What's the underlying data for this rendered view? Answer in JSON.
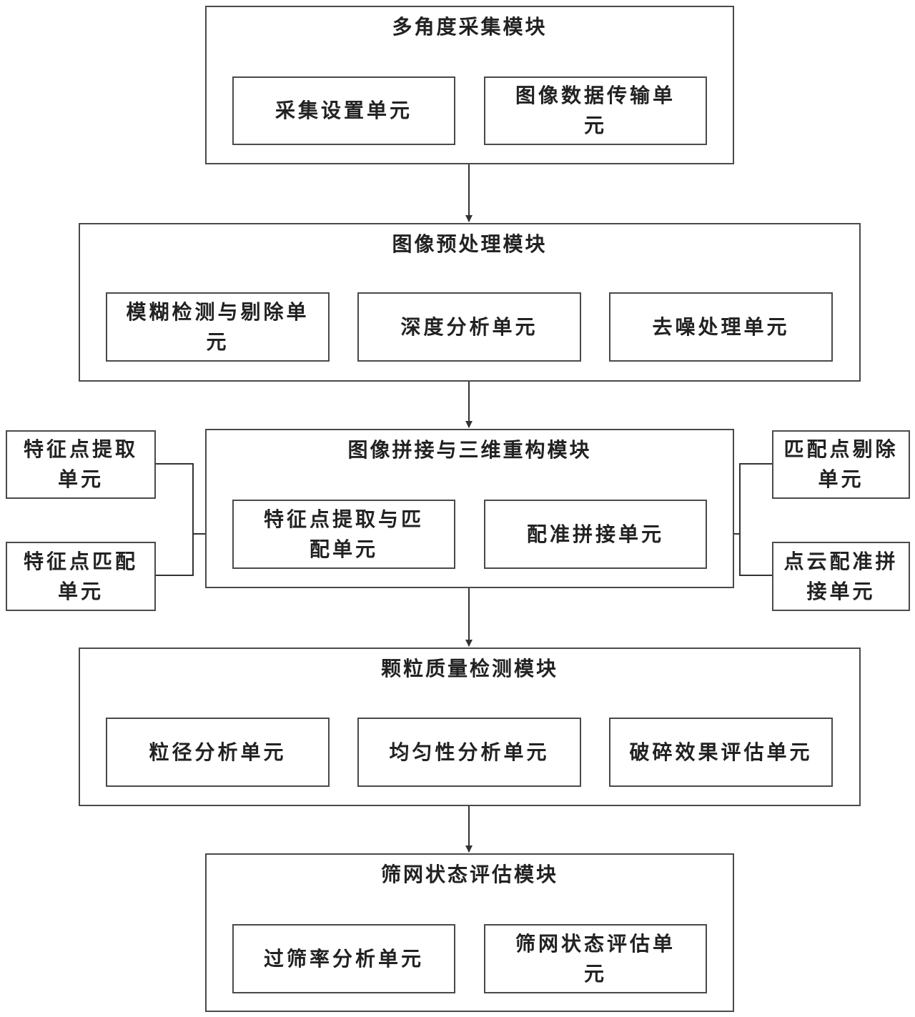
{
  "modules": [
    {
      "title": "多角度采集模块",
      "units": [
        "采集设置单元",
        "图像数据传输单元"
      ]
    },
    {
      "title": "图像预处理模块",
      "units": [
        "模糊检测与剔除单元",
        "深度分析单元",
        "去噪处理单元"
      ]
    },
    {
      "title": "图像拼接与三维重构模块",
      "units": [
        "特征点提取与匹配单元",
        "配准拼接单元"
      ],
      "left_inputs": [
        "特征点提取单元",
        "特征点匹配单元"
      ],
      "right_inputs": [
        "匹配点剔除单元",
        "点云配准拼接单元"
      ]
    },
    {
      "title": "颗粒质量检测模块",
      "units": [
        "粒径分析单元",
        "均匀性分析单元",
        "破碎效果评估单元"
      ]
    },
    {
      "title": "筛网状态评估模块",
      "units": [
        "过筛率分析单元",
        "筛网状态评估单元"
      ]
    }
  ],
  "flow": [
    "多角度采集模块",
    "图像预处理模块",
    "图像拼接与三维重构模块",
    "颗粒质量检测模块",
    "筛网状态评估模块"
  ]
}
